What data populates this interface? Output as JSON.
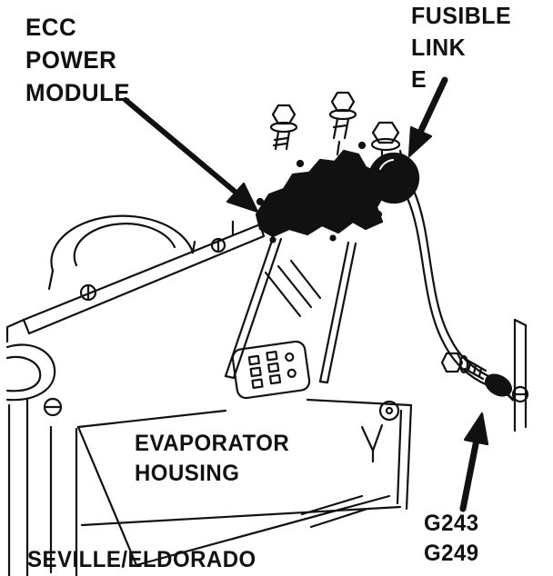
{
  "colors": {
    "ink": "#111111",
    "background": "#ffffff"
  },
  "labels": {
    "ecc_power_module": {
      "lines": [
        "ECC",
        "POWER",
        "MODULE"
      ]
    },
    "fusible_link": {
      "lines": [
        "FUSIBLE",
        "LINK",
        "E"
      ]
    },
    "evaporator_housing": {
      "lines": [
        "EVAPORATOR",
        "HOUSING"
      ]
    },
    "vehicle": {
      "text": "SEVILLE/ELDORADO"
    },
    "ground_ids": {
      "lines": [
        "G243",
        "G249"
      ]
    }
  }
}
